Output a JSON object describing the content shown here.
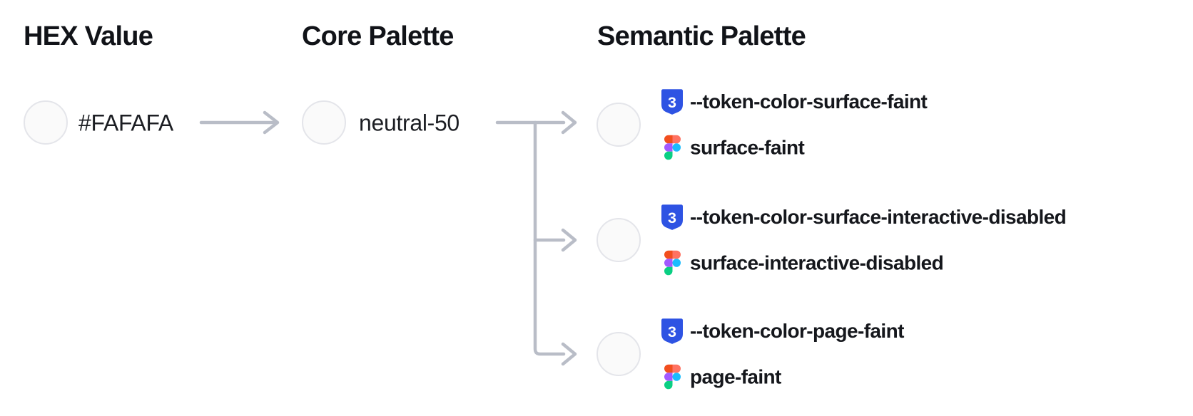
{
  "diagram": {
    "hex": {
      "heading": "HEX Value",
      "value": "#FAFAFA"
    },
    "core": {
      "heading": "Core Palette",
      "value": "neutral-50"
    },
    "semantic": {
      "heading": "Semantic Palette",
      "tokens": [
        {
          "css_name": "--token-color-surface-faint",
          "figma_name": "surface-faint"
        },
        {
          "css_name": "--token-color-surface-interactive-disabled",
          "figma_name": "surface-interactive-disabled"
        },
        {
          "css_name": "--token-color-page-faint",
          "figma_name": "page-faint"
        }
      ]
    },
    "swatch_color": "#FAFAFA",
    "colors": {
      "swatch_border": "#E4E5EA",
      "connector_gray": "#B9BDC7",
      "heading_text": "#111318",
      "token_text": "#15171C",
      "css_icon_blue": "#2E53E3",
      "figma_red": "#F24E1E",
      "figma_salmon": "#FF7262",
      "figma_purple": "#A259FF",
      "figma_cyan": "#1ABCFE",
      "figma_green": "#0ACF83"
    },
    "icons": {
      "css_token_icon": "css3-shield-icon",
      "figma_token_icon": "figma-logo-icon"
    }
  }
}
